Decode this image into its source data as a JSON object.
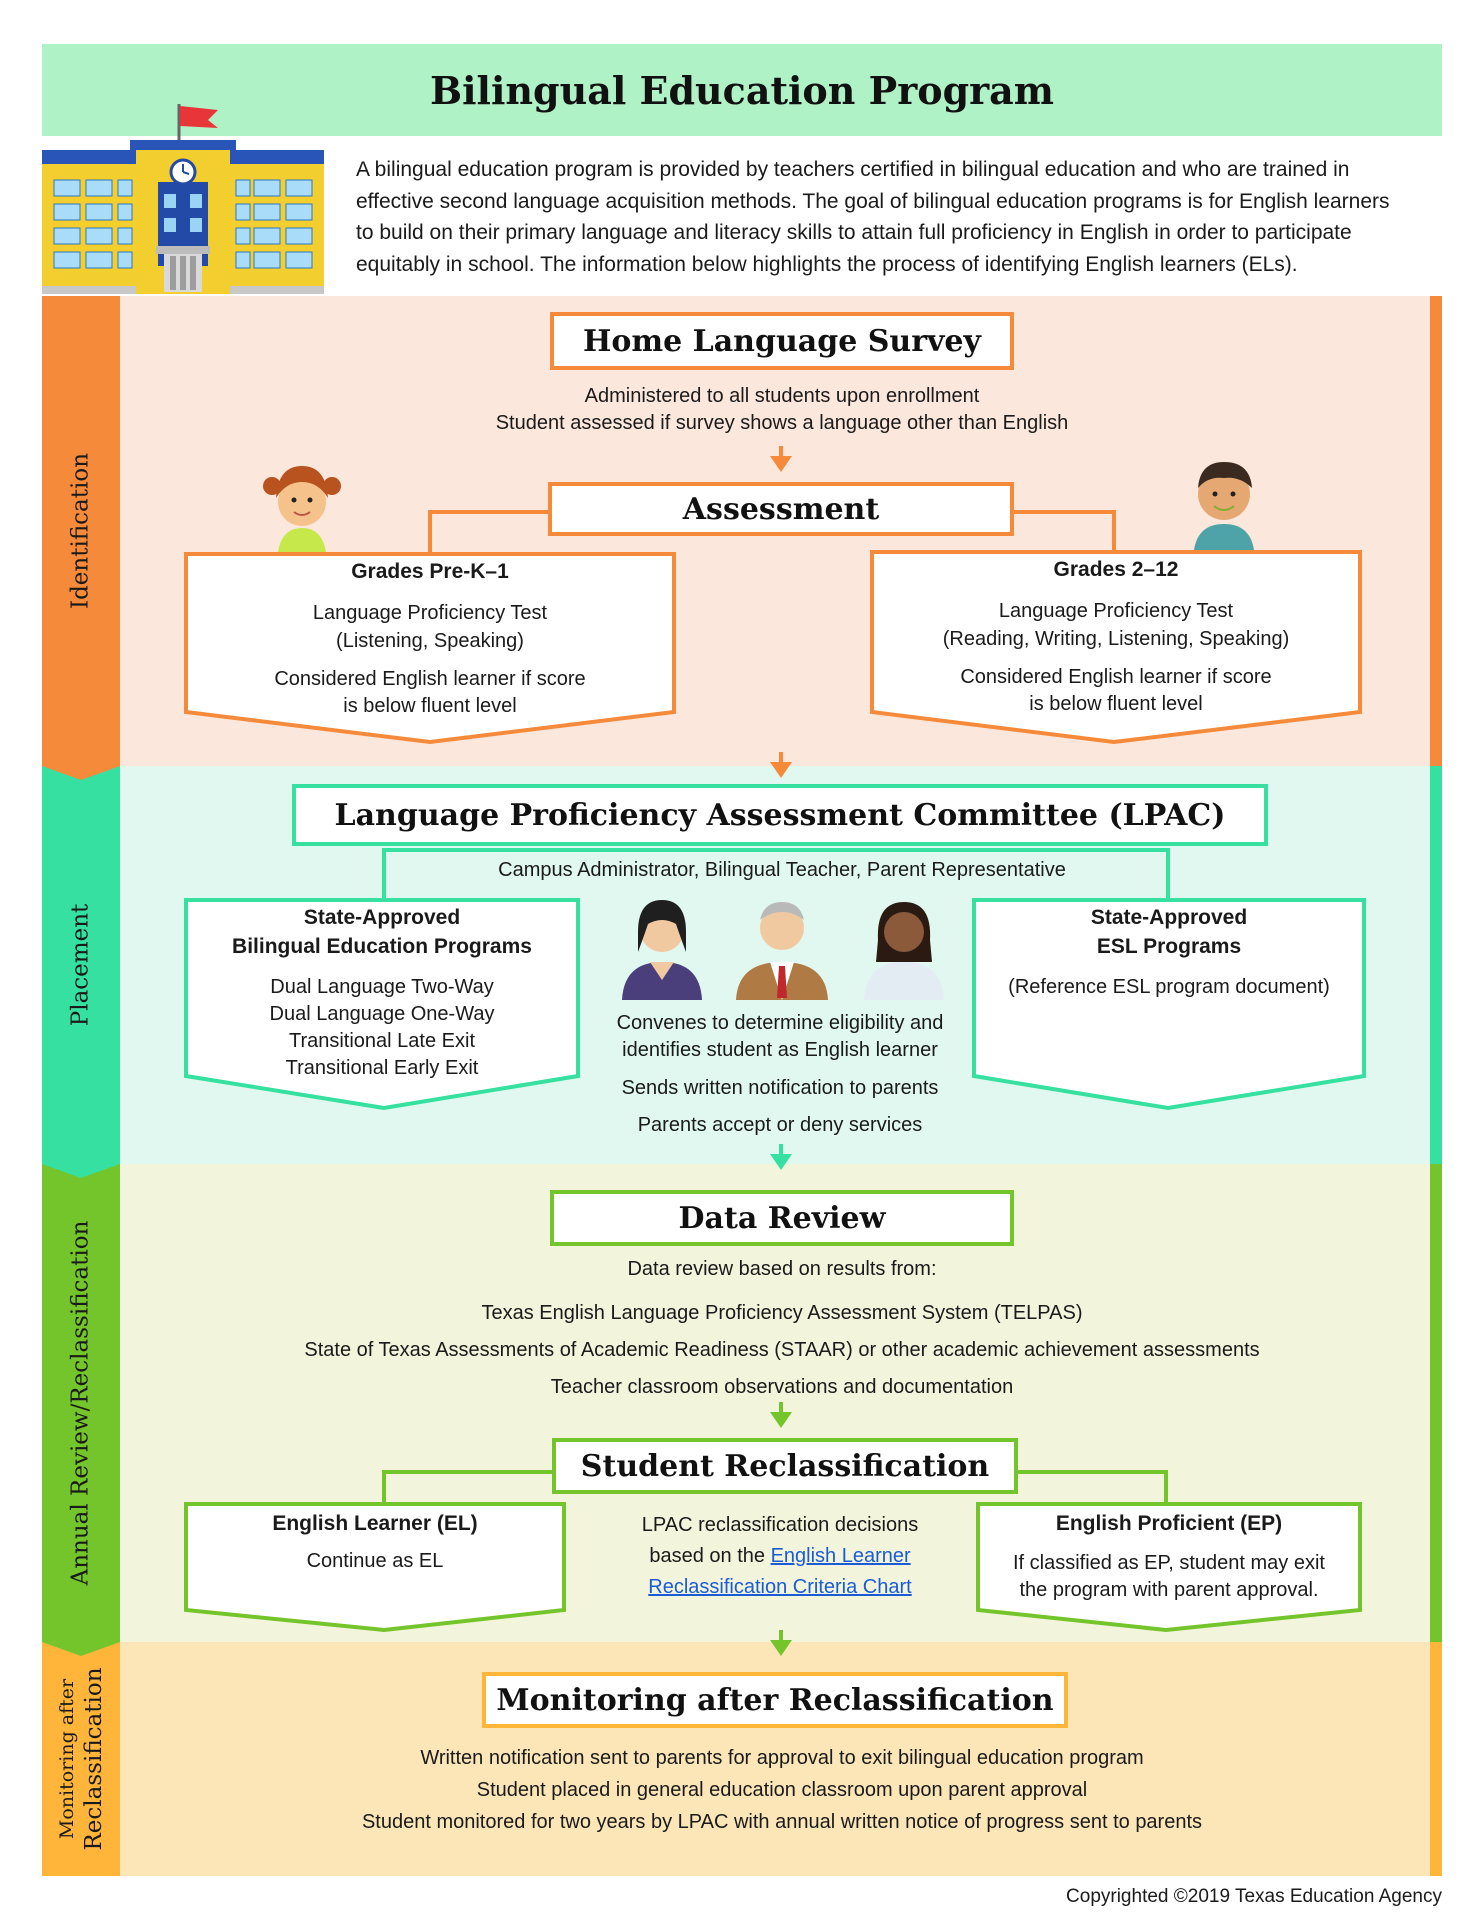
{
  "header": {
    "title": "Bilingual Education Program"
  },
  "intro": {
    "text": "A bilingual education program is provided by teachers certified in bilingual education and who are trained in effective second language acquisition methods. The goal of bilingual education programs is for English learners to build on their primary language and literacy skills to attain full proficiency in English in order to participate equitably in school. The information below highlights the process of identifying English learners (ELs)."
  },
  "sections": {
    "identification": "Identification",
    "placement": "Placement",
    "annual_review": "Annual Review/Reclassification",
    "monitoring_line1": "Monitoring after",
    "monitoring_line2": "Reclassification"
  },
  "identification": {
    "home_survey": {
      "title": "Home Language Survey",
      "line1": "Administered to all students upon enrollment",
      "line2": "Student assessed if survey shows a language other than English"
    },
    "assessment": {
      "title": "Assessment"
    },
    "grades_prek1": {
      "title": "Grades Pre-K–1",
      "test": "Language Proficiency Test",
      "skills": "(Listening, Speaking)",
      "note1": "Considered English learner if score",
      "note2": "is below fluent level"
    },
    "grades_212": {
      "title": "Grades 2–12",
      "test": "Language Proficiency Test",
      "skills": "(Reading, Writing, Listening, Speaking)",
      "note1": "Considered English learner if score",
      "note2": "is below fluent level"
    }
  },
  "placement": {
    "lpac": {
      "title": "Language Proficiency Assessment Committee (LPAC)",
      "members": "Campus Administrator, Bilingual Teacher, Parent Representative"
    },
    "bilingual_programs": {
      "title1": "State-Approved",
      "title2": "Bilingual Education Programs",
      "items": [
        "Dual Language Two-Way",
        "Dual Language One-Way",
        "Transitional Late Exit",
        "Transitional Early Exit"
      ]
    },
    "esl_programs": {
      "title1": "State-Approved",
      "title2": "ESL Programs",
      "note": "(Reference ESL program document)"
    },
    "center": {
      "line1": "Convenes to determine eligibility and",
      "line2": "identifies student as English learner",
      "line3": "Sends written notification to parents",
      "line4": "Parents accept or deny services"
    }
  },
  "annual_review": {
    "data_review": {
      "title": "Data Review",
      "intro": "Data review based on results from:",
      "items": [
        "Texas English Language Proficiency Assessment System (TELPAS)",
        "State of Texas Assessments of Academic Readiness (STAAR) or other academic achievement assessments",
        "Teacher classroom observations and documentation"
      ]
    },
    "reclassification": {
      "title": "Student Reclassification",
      "el_title": "English Learner (EL)",
      "el_note": "Continue as EL",
      "center_line1": "LPAC reclassification decisions",
      "center_line2": "based on the",
      "link1": "English Learner",
      "link2": "Reclassification Criteria Chart",
      "ep_title": "English Proficient (EP)",
      "ep_note1": "If classified as EP, student may exit",
      "ep_note2": "the program with parent approval."
    }
  },
  "monitoring": {
    "title": "Monitoring after Reclassification",
    "items": [
      "Written notification sent to parents for approval to exit bilingual education program",
      "Student placed in general education classroom upon parent approval",
      "Student monitored for two years by LPAC with annual written notice of progress sent to parents"
    ]
  },
  "footer": {
    "copyright": "Copyrighted ©2019 Texas Education Agency"
  },
  "colors": {
    "orange": "#f58a3a",
    "teal": "#35e0a0",
    "green": "#74c52b",
    "gold": "#ffb43a"
  }
}
